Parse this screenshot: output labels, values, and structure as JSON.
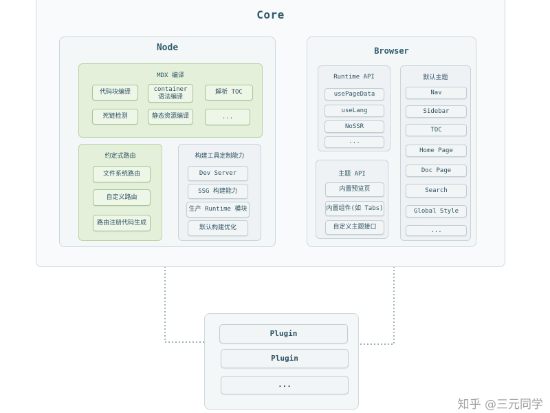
{
  "core": {
    "title": "Core",
    "node": {
      "title": "Node",
      "mdx": {
        "title": "MDX 编译",
        "items": [
          "代码块编译",
          "container\n语法编译",
          "解析 TOC",
          "死链检测",
          "静态资源编译",
          "..."
        ]
      },
      "routing": {
        "title": "约定式路由",
        "items": [
          "文件系统路由",
          "自定义路由",
          "路由注册代码生成"
        ]
      },
      "build": {
        "title": "构建工具定制能力",
        "items": [
          "Dev Server",
          "SSG 构建能力",
          "生产 Runtime 模块",
          "默认构建优化"
        ]
      }
    },
    "browser": {
      "title": "Browser",
      "runtime_api": {
        "title": "Runtime API",
        "items": [
          "usePageData",
          "useLang",
          "NoSSR",
          "..."
        ]
      },
      "theme_api": {
        "title": "主题 API",
        "items": [
          "内置预览页",
          "内置组件(如 Tabs)",
          "自定义主题接口"
        ]
      },
      "default_theme": {
        "title": "默认主题",
        "items": [
          "Nav",
          "Sidebar",
          "TOC",
          "Home Page",
          "Doc Page",
          "Search",
          "Global Style",
          "..."
        ]
      }
    }
  },
  "plugin": {
    "items": [
      "Plugin",
      "Plugin",
      "..."
    ]
  },
  "watermark": "知乎 @三元同学",
  "colors": {
    "text": "#2d5263",
    "title": "#2f5a6d",
    "green_fill": "#e4f0da",
    "green_border": "#b7d3a4",
    "panel_fill": "#f4f7f8",
    "connector": "#5f7f8c"
  }
}
